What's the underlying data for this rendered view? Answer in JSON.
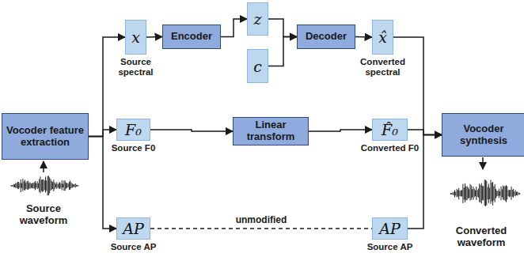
{
  "diagram": {
    "nodes": [
      {
        "text": [
          "Vocoder feature extraction"
        ]
      },
      {
        "text": [
          "x",
          "Source spectral"
        ]
      },
      {
        "text": [
          "Encoder"
        ]
      },
      {
        "text": [
          "z"
        ]
      },
      {
        "text": [
          "c"
        ]
      },
      {
        "text": [
          "Decoder"
        ]
      },
      {
        "text": [
          "x̂",
          "Converted spectral"
        ]
      },
      {
        "text": [
          "F₀",
          "Source F0"
        ]
      },
      {
        "text": [
          "Linear transform"
        ]
      },
      {
        "text": [
          "F̂₀",
          "Converted F0"
        ]
      },
      {
        "text": [
          "AP",
          "Source AP"
        ]
      },
      {
        "text": [
          "AP",
          "Source AP"
        ]
      },
      {
        "text": [
          "Vocoder synthesis"
        ]
      }
    ],
    "edges": [
      {
        "from": 0,
        "to": 1,
        "arrow": "to"
      },
      {
        "from": 0,
        "to": 7,
        "arrow": "to"
      },
      {
        "from": 0,
        "to": 10,
        "arrow": "to"
      },
      {
        "from": 1,
        "to": 2,
        "arrow": "to"
      },
      {
        "from": 2,
        "to": 3,
        "arrow": "to"
      },
      {
        "from": 3,
        "to": 5,
        "arrow": "to"
      },
      {
        "from": 4,
        "to": 5,
        "arrow": "to"
      },
      {
        "from": 5,
        "to": 6,
        "arrow": "to"
      },
      {
        "from": 6,
        "to": 12,
        "arrow": "to"
      },
      {
        "from": 7,
        "to": 8,
        "arrow": "to"
      },
      {
        "from": 8,
        "to": 9,
        "arrow": "to"
      },
      {
        "from": 9,
        "to": 12,
        "arrow": "to"
      },
      {
        "from": 10,
        "to": 11,
        "label": "unmodified",
        "arrow": "none"
      },
      {
        "from": 11,
        "to": 12,
        "arrow": "to"
      }
    ],
    "labels": [
      "Source waveform",
      "Converted waveform"
    ]
  }
}
